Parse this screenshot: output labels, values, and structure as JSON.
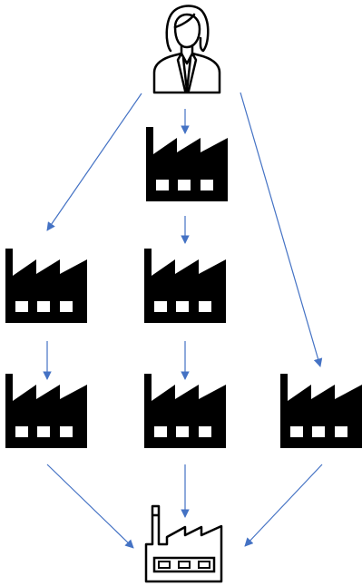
{
  "diagram": {
    "colors": {
      "background": "#ffffff",
      "arrow": "#4472C4",
      "icon_fill": "#000000",
      "icon_outline": "#000000",
      "icon_window": "#ffffff"
    },
    "nodes": [
      {
        "id": "person",
        "icon": "businesswoman-icon"
      },
      {
        "id": "factory-top",
        "icon": "factory-icon"
      },
      {
        "id": "factory-mid-left",
        "icon": "factory-icon"
      },
      {
        "id": "factory-mid-center",
        "icon": "factory-icon"
      },
      {
        "id": "factory-low-left",
        "icon": "factory-icon"
      },
      {
        "id": "factory-low-center",
        "icon": "factory-icon"
      },
      {
        "id": "factory-low-right",
        "icon": "factory-icon"
      },
      {
        "id": "factory-final",
        "icon": "factory-outline-icon"
      }
    ],
    "edges": [
      {
        "from": "person",
        "to": "factory-top"
      },
      {
        "from": "person",
        "to": "factory-mid-left"
      },
      {
        "from": "person",
        "to": "factory-low-right"
      },
      {
        "from": "factory-top",
        "to": "factory-mid-center"
      },
      {
        "from": "factory-mid-left",
        "to": "factory-low-left"
      },
      {
        "from": "factory-mid-center",
        "to": "factory-low-center"
      },
      {
        "from": "factory-low-left",
        "to": "factory-final"
      },
      {
        "from": "factory-low-center",
        "to": "factory-final"
      },
      {
        "from": "factory-low-right",
        "to": "factory-final"
      }
    ]
  }
}
